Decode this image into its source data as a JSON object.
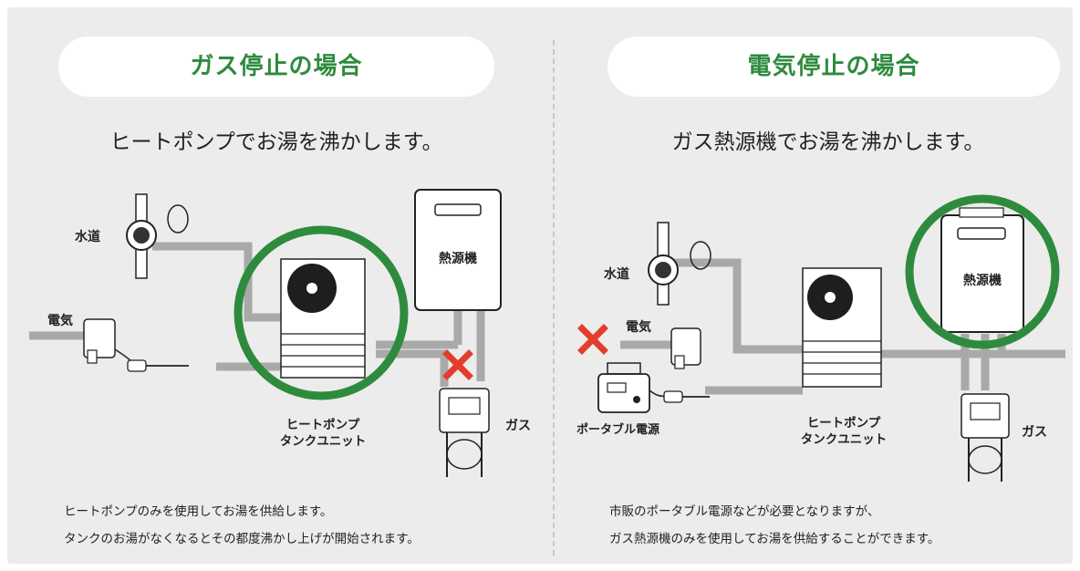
{
  "left": {
    "heading": "ガス停止の場合",
    "subheading": "ヒートポンプでお湯を沸かします。",
    "labels": {
      "water": "水道",
      "electric": "電気",
      "heat_source": "熱源機",
      "heat_pump_line1": "ヒートポンプ",
      "heat_pump_line2": "タンクユニット",
      "gas": "ガス"
    },
    "description": [
      "ヒートポンプのみを使用してお湯を供給します。",
      "タンクのお湯がなくなるとその都度沸かし上げが開始されます。"
    ]
  },
  "right": {
    "heading": "電気停止の場合",
    "subheading": "ガス熱源機でお湯を沸かします。",
    "labels": {
      "water": "水道",
      "electric": "電気",
      "heat_source": "熱源機",
      "heat_pump_line1": "ヒートポンプ",
      "heat_pump_line2": "タンクユニット",
      "gas": "ガス",
      "portable_power": "ポータブル電源"
    },
    "description": [
      "市販のポータブル電源などが必要となりますが、",
      "ガス熱源機のみを使用してお湯を供給することができます。"
    ]
  },
  "colors": {
    "accent_green": "#2e8b3e",
    "cross_red": "#e23d2d",
    "pipe_gray": "#a9a9a9",
    "background": "#ececec"
  }
}
